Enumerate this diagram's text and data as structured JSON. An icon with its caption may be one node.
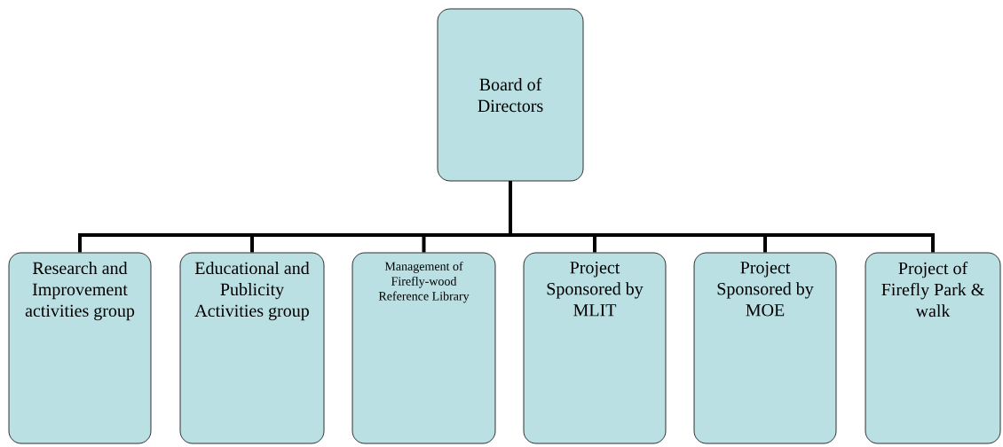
{
  "diagram": {
    "nodes": [
      {
        "text": [
          "Board of Directors"
        ]
      },
      {
        "text": [
          "Research and Improvement activities group"
        ]
      },
      {
        "text": [
          "Educational and Publicity Activities group"
        ]
      },
      {
        "text": [
          "Management of Firefly-wood Reference Library"
        ]
      },
      {
        "text": [
          "Project Sponsored by MLIT"
        ]
      },
      {
        "text": [
          "Project Sponsored by MOE"
        ]
      },
      {
        "text": [
          "Project of Firefly Park & walk"
        ]
      }
    ],
    "edges": [
      {
        "from": 0,
        "to": 1,
        "arrow": "none"
      },
      {
        "from": 0,
        "to": 2,
        "arrow": "none"
      },
      {
        "from": 0,
        "to": 3,
        "arrow": "none"
      },
      {
        "from": 0,
        "to": 4,
        "arrow": "none"
      },
      {
        "from": 0,
        "to": 5,
        "arrow": "none"
      },
      {
        "from": 0,
        "to": 6,
        "arrow": "none"
      }
    ]
  }
}
